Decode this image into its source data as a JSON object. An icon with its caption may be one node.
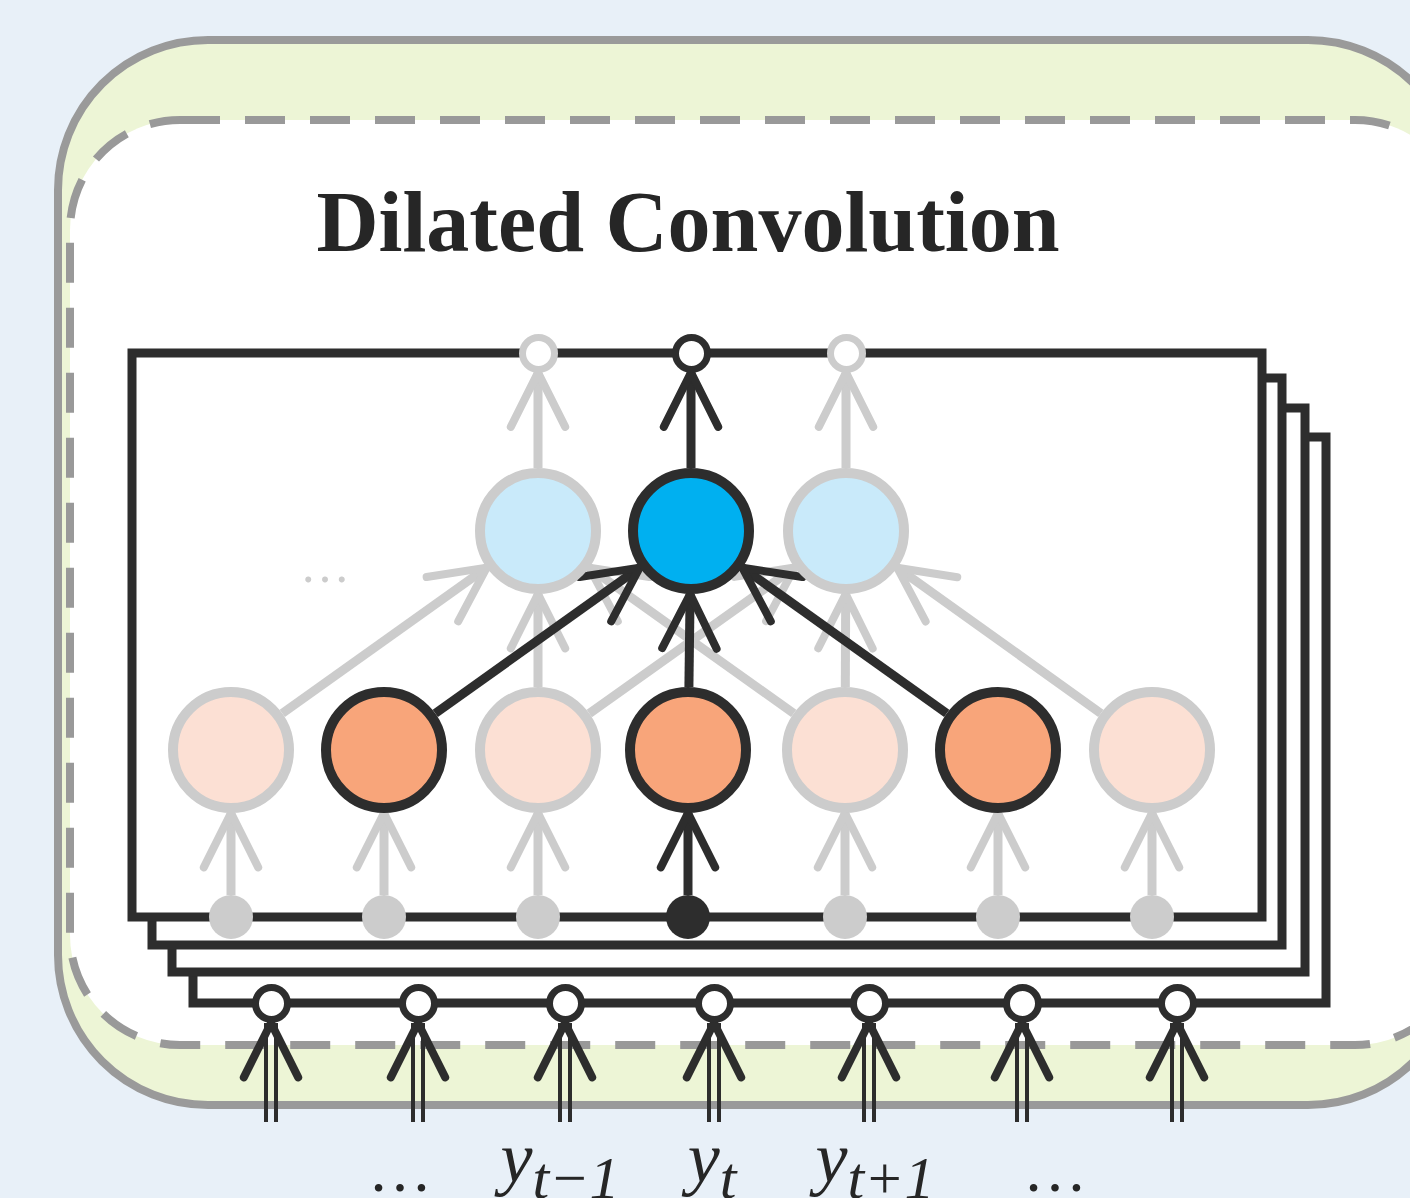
{
  "diagram": {
    "title": "Dilated Convolution",
    "nodes": [
      {
        "text": [],
        "shape": "circle"
      },
      {
        "text": [],
        "shape": "circle"
      },
      {
        "text": [],
        "shape": "circle"
      },
      {
        "text": [],
        "shape": "circle"
      },
      {
        "text": [],
        "shape": "circle"
      },
      {
        "text": [],
        "shape": "circle"
      },
      {
        "text": [],
        "shape": "circle"
      },
      {
        "text": [],
        "shape": "circle"
      },
      {
        "text": [],
        "shape": "circle"
      },
      {
        "text": [],
        "shape": "circle"
      },
      {
        "text": [],
        "shape": "circle"
      },
      {
        "text": [],
        "shape": "circle"
      },
      {
        "text": [],
        "shape": "circle"
      },
      {
        "text": [],
        "shape": "circle"
      },
      {
        "text": [],
        "shape": "circle"
      },
      {
        "text": [],
        "shape": "circle"
      },
      {
        "text": [],
        "shape": "circle"
      },
      {
        "text": [],
        "shape": "circle"
      },
      {
        "text": [],
        "shape": "circle"
      },
      {
        "text": [],
        "shape": "circle"
      },
      {
        "text": [],
        "shape": "circle"
      },
      {
        "text": [],
        "shape": "circle"
      },
      {
        "text": [],
        "shape": "circle"
      },
      {
        "text": [],
        "shape": "circle"
      },
      {
        "text": [],
        "shape": "circle"
      },
      {
        "text": [],
        "shape": "circle"
      },
      {
        "text": [],
        "shape": "circle"
      }
    ],
    "edges": [
      {
        "from": 3,
        "to": 0,
        "arrow": "to"
      },
      {
        "from": 4,
        "to": 1,
        "arrow": "to",
        "color": "#2d2d2d"
      },
      {
        "from": 5,
        "to": 2,
        "arrow": "to"
      },
      {
        "from": 6,
        "to": 3,
        "arrow": "to"
      },
      {
        "from": 8,
        "to": 3,
        "arrow": "to"
      },
      {
        "from": 10,
        "to": 3,
        "arrow": "to"
      },
      {
        "from": 7,
        "to": 4,
        "arrow": "to",
        "color": "#2d2d2d"
      },
      {
        "from": 9,
        "to": 4,
        "arrow": "to",
        "color": "#2d2d2d"
      },
      {
        "from": 11,
        "to": 4,
        "arrow": "to",
        "color": "#2d2d2d"
      },
      {
        "from": 8,
        "to": 5,
        "arrow": "to"
      },
      {
        "from": 10,
        "to": 5,
        "arrow": "to"
      },
      {
        "from": 12,
        "to": 5,
        "arrow": "to"
      },
      {
        "from": 13,
        "to": 6,
        "arrow": "to"
      },
      {
        "from": 14,
        "to": 7,
        "arrow": "to"
      },
      {
        "from": 15,
        "to": 8,
        "arrow": "to"
      },
      {
        "from": 16,
        "to": 9,
        "arrow": "to",
        "color": "#2d2d2d"
      },
      {
        "from": 17,
        "to": 10,
        "arrow": "to"
      },
      {
        "from": 18,
        "to": 11,
        "arrow": "to"
      },
      {
        "from": 19,
        "to": 12,
        "arrow": "to"
      },
      {
        "from": null,
        "to": 20,
        "arrow": "to",
        "color": "#2d2d2d"
      },
      {
        "from": null,
        "to": 21,
        "arrow": "to",
        "color": "#2d2d2d"
      },
      {
        "from": null,
        "to": 22,
        "arrow": "to",
        "color": "#2d2d2d"
      },
      {
        "from": null,
        "to": 23,
        "arrow": "to",
        "color": "#2d2d2d"
      },
      {
        "from": null,
        "to": 24,
        "arrow": "to",
        "color": "#2d2d2d"
      },
      {
        "from": null,
        "to": 25,
        "arrow": "to",
        "color": "#2d2d2d"
      },
      {
        "from": null,
        "to": 26,
        "arrow": "to",
        "color": "#2d2d2d"
      }
    ],
    "labels": [
      "…",
      "…",
      "y$_{t−1}$",
      "y$_{t}$",
      "y$_{t+1}$",
      "…"
    ]
  }
}
